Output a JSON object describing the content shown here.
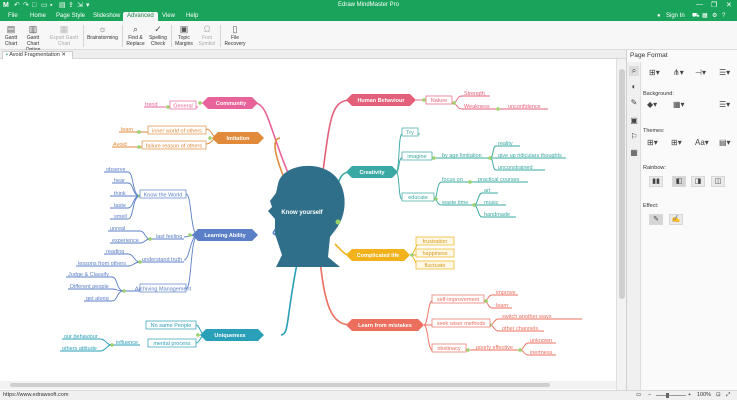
{
  "app": {
    "title": "Edraw MindMaster Pro"
  },
  "menu": [
    "File",
    "Home",
    "Page Style",
    "Slideshow",
    "Advanced",
    "View",
    "Help"
  ],
  "menu_active": "Advanced",
  "signin": "Sign In",
  "ribbon": {
    "gantt_chart": "Gantt Chart",
    "gantt_chart_option": "Gantt Chart Option",
    "export_gantt_chart": "Export Gantt Chart",
    "brainstorming": "Brainstorming",
    "find_replace": "Find & Replace",
    "spelling_check": "Spelling Check",
    "topic_margins": "Topic Margins",
    "font_symbol": "Font Symbol",
    "file_recovery": "File Recovery"
  },
  "doc_tab": "Avoid Fragmentation",
  "status": {
    "url": "https://www.edrawsoft.com",
    "zoom": "100%"
  },
  "panel": {
    "title": "Page Format",
    "background": "Background:",
    "themes": "Themes:",
    "rainbow": "Rainbow:",
    "effect": "Effect:"
  },
  "colors": {
    "brand": "#1aa35a",
    "community": "#e8639a",
    "imitation": "#e08a3a",
    "learning": "#5b7fc7",
    "uniqueness": "#2a9fb8",
    "human": "#e4607a",
    "creativity": "#3aa9a3",
    "complicated": "#f2b21c",
    "mistakes": "#ec6f5e",
    "center": "#2f6f8a"
  },
  "mindmap": {
    "center": "Know yourself",
    "main": {
      "community": "Community",
      "imitation": "Imitation",
      "learning": "Learning Ability",
      "uniqueness": "Uniqueness",
      "human": "Human Behaviour",
      "creativity": "Creativity",
      "complicated": "Complicated life",
      "mistakes": "Learn from mistakes"
    },
    "community": {
      "general": "General",
      "trend": "trend"
    },
    "imitation": {
      "inner": "inner world of others",
      "failure": "failure reason of others",
      "learn": "learn",
      "avoid": "Avoid"
    },
    "learning": {
      "know_world": "Know the World",
      "observe": "observe",
      "hear": "hear",
      "think": "think",
      "taste": "taste",
      "smell": "smell",
      "last_feeling": "last feeling",
      "unreal": "unreal",
      "experience": "experience",
      "understand_truth": "understand truth",
      "reading": "reading",
      "lessons": "lessons from others",
      "archiving": "Archiving Management",
      "judge": "Judge & Classify",
      "different": "Different people",
      "get_along": "get along"
    },
    "uniqueness": {
      "no_same": "No same People",
      "mental": "mental process",
      "influence": "influence",
      "our_behaviour": "our behaviour",
      "others_attitude": "others attitude"
    },
    "human": {
      "nature": "Nature",
      "strength": "Strength",
      "weakness": "Weakness",
      "unconfidence": "unconfidence"
    },
    "creativity": {
      "try": "Try",
      "imagine": "imagine",
      "by_age": "by age limitation",
      "reality": "reality",
      "give_up": "give up ridiculars thoughts",
      "unconstrained": "unconstrained",
      "educate": "educate",
      "focus_on": "focus on",
      "practical": "practical courses",
      "waste_time": "waste time",
      "art": "art",
      "music": "music",
      "handmade": "handmade"
    },
    "complicated": {
      "frustration": "frustration",
      "happiness": "happiness",
      "fluctuate": "fluctuate"
    },
    "mistakes": {
      "self_improvement": "self-improvement",
      "improve": "improve",
      "learn": "learn",
      "seek_wiser": "seek wiser methods",
      "switch": "switch another ways",
      "other_channels": "other channels",
      "obstinacy": "obstinacy",
      "poorly": "poorly effective",
      "unknown": "unknown",
      "inertness": "inertness"
    }
  }
}
